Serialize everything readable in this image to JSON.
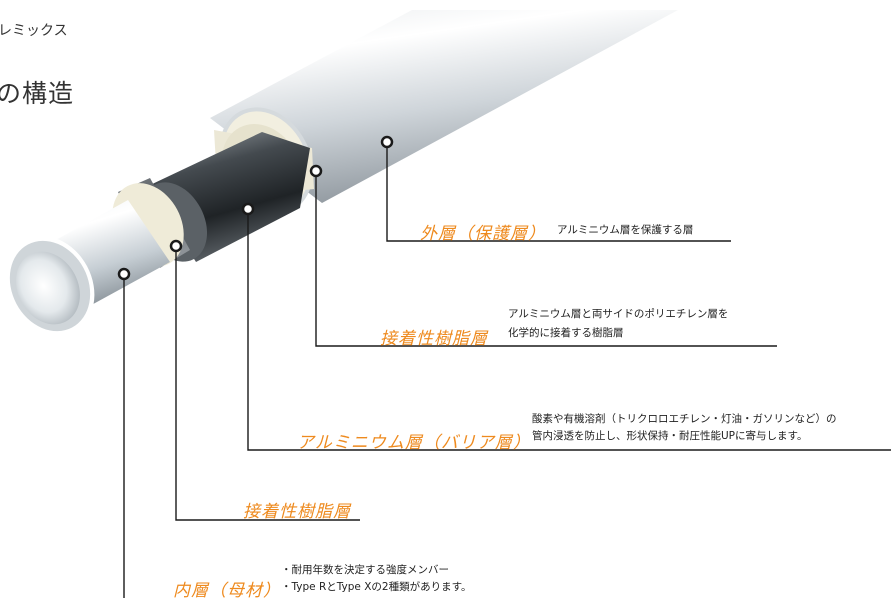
{
  "header": {
    "brand_fragment": "レミックス",
    "title_fragment": "の構造"
  },
  "layers": {
    "outer": {
      "name": "外層（保護層）",
      "description": "アルミニウム層を保護する層"
    },
    "adhesive_outer": {
      "name": "接着性樹脂層",
      "description_line1": "アルミニウム層と両サイドのポリエチレン層を",
      "description_line2": "化学的に接着する樹脂層"
    },
    "aluminum": {
      "name": "アルミニウム層（バリア層）",
      "description_line1": "酸素や有機溶剤（トリクロロエチレン・灯油・ガソリンなど）の",
      "description_line2": "管内浸透を防止し、形状保持・耐圧性能UPに寄与します。"
    },
    "adhesive_inner": {
      "name": "接着性樹脂層"
    },
    "inner": {
      "name": "内層（母材）",
      "description_line1": "・耐用年数を決定する強度メンバー",
      "description_line2": "・Type RとType Xの2種類があります。"
    }
  },
  "colors": {
    "label_orange": "#ee8a1e",
    "leader_line": "#1a1a1a"
  }
}
